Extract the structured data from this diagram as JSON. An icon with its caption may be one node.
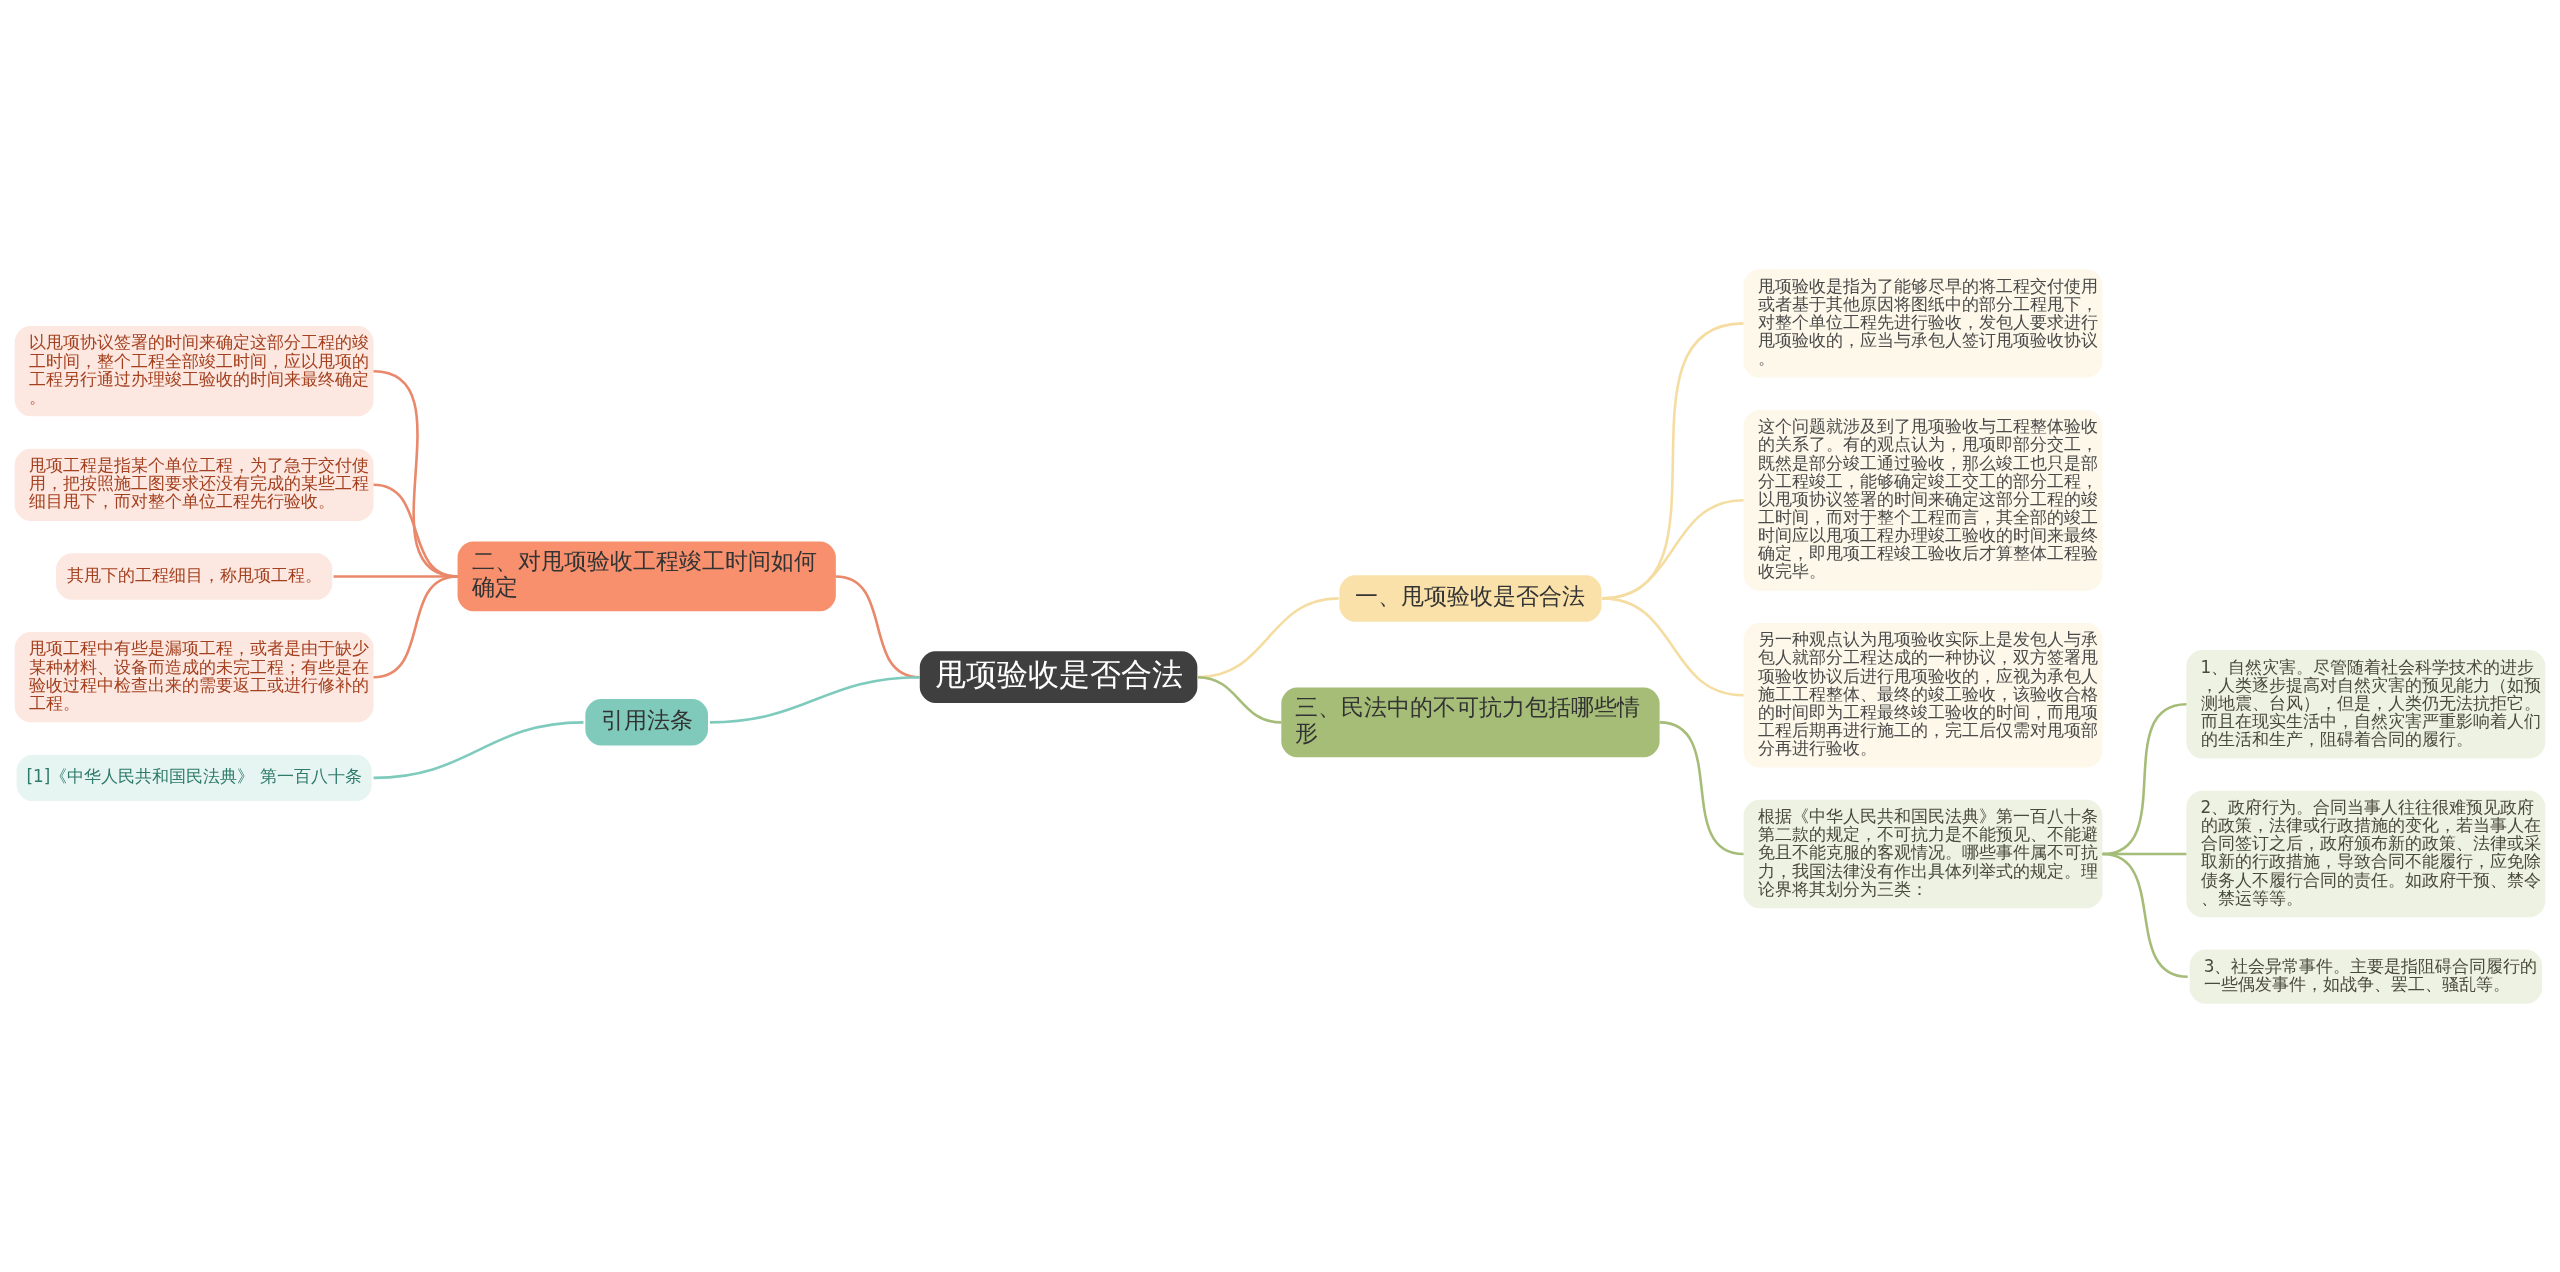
{
  "diagram": {
    "nodes": [
      {
        "text": [
          "甩项验收是否合法"
        ]
      },
      {
        "text": [
          "一、甩项验收是否合法"
        ]
      },
      {
        "text": [
          "甩项验收是指为了能够尽早的将工程交付使用或者基于其他原因将图纸中的部分工程甩下，对整个单位工程先进行验收，发包人要求进行甩项验收的，应当与承包人签订甩项验收协议。"
        ]
      },
      {
        "text": [
          "这个问题就涉及到了甩项验收与工程整体验收的关系了。有的观点认为，甩项即部分交工，既然是部分竣工通过验收，那么竣工也只是部分工程竣工，能够确定竣工交工的部分工程，以甩项协议签署的时间来确定这部分工程的竣工时间，而对于整个工程而言，其全部的竣工时间应以甩项工程办理竣工验收的时间来最终确定，即甩项工程竣工验收后才算整体工程验收完毕。"
        ]
      },
      {
        "text": [
          "另一种观点认为甩项验收实际上是发包人与承包人就部分工程达成的一种协议，双方签署甩项验收协议后进行甩项验收的，应视为承包人施工工程整体、最终的竣工验收，该验收合格的时间即为工程最终竣工验收的时间，而甩项工程后期再进行施工的，完工后仅需对甩项部分再进行验收。"
        ]
      },
      {
        "text": [
          "二、对甩项验收工程竣工时间如何确定"
        ]
      },
      {
        "text": [
          "以甩项协议签署的时间来确定这部分工程的竣工时间，整个工程全部竣工时间，应以甩项的工程另行通过办理竣工验收的时间来最终确定。"
        ]
      },
      {
        "text": [
          "甩项工程是指某个单位工程，为了急于交付使用，把按照施工图要求还没有完成的某些工程细目甩下，而对整个单位工程先行验收。"
        ]
      },
      {
        "text": [
          "其甩下的工程细目，称甩项工程。"
        ]
      },
      {
        "text": [
          "甩项工程中有些是漏项工程，或者是由于缺少某种材料、设备而造成的未完工程；有些是在验收过程中检查出来的需要返工或进行修补的工程。"
        ]
      },
      {
        "text": [
          "三、民法中的不可抗力包括哪些情形"
        ]
      },
      {
        "text": [
          "根据《中华人民共和国民法典》第一百八十条第二款的规定，不可抗力是不能预见、不能避免且不能克服的客观情况。哪些事件属不可抗力，我国法律没有作出具体列举式的规定。理论界将其划分为三类："
        ]
      },
      {
        "text": [
          "1、自然灾害。尽管随着社会科学技术的进步，人类逐步提高对自然灾害的预见能力（如预测地震、台风），但是，人类仍无法抗拒它。而且在现实生活中，自然灾害严重影响着人们的生活和生产，阻碍着合同的履行。"
        ]
      },
      {
        "text": [
          "2、政府行为。合同当事人往往很难预见政府的政策，法律或行政措施的变化，若当事人在合同签订之后，政府颁布新的政策、法律或采取新的行政措施，导致合同不能履行，应免除债务人不履行合同的责任。如政府干预、禁令、禁运等等。"
        ]
      },
      {
        "text": [
          "3、社会异常事件。主要是指阻碍合同履行的一些偶发事件，如战争、罢工、骚乱等。"
        ]
      },
      {
        "text": [
          "引用法条"
        ]
      },
      {
        "text": [
          "[1]《中华人民共和国民法典》 第一百八十条"
        ]
      }
    ],
    "edges": [
      {
        "from": 0,
        "to": 1,
        "arrow": "none",
        "color": "#f5dca0"
      },
      {
        "from": 1,
        "to": 2,
        "arrow": "none",
        "color": "#f5dca0"
      },
      {
        "from": 1,
        "to": 3,
        "arrow": "none",
        "color": "#f5dca0"
      },
      {
        "from": 1,
        "to": 4,
        "arrow": "none",
        "color": "#f5dca0"
      },
      {
        "from": 0,
        "to": 5,
        "arrow": "none",
        "color": "#e9886a"
      },
      {
        "from": 5,
        "to": 6,
        "arrow": "none",
        "color": "#e9886a"
      },
      {
        "from": 5,
        "to": 7,
        "arrow": "none",
        "color": "#e9886a"
      },
      {
        "from": 5,
        "to": 8,
        "arrow": "none",
        "color": "#e9886a"
      },
      {
        "from": 5,
        "to": 9,
        "arrow": "none",
        "color": "#e9886a"
      },
      {
        "from": 0,
        "to": 10,
        "arrow": "none",
        "color": "#a5bd78"
      },
      {
        "from": 10,
        "to": 11,
        "arrow": "none",
        "color": "#a5bd78"
      },
      {
        "from": 11,
        "to": 12,
        "arrow": "none",
        "color": "#a5bd78"
      },
      {
        "from": 11,
        "to": 13,
        "arrow": "none",
        "color": "#a5bd78"
      },
      {
        "from": 11,
        "to": 14,
        "arrow": "none",
        "color": "#a5bd78"
      },
      {
        "from": 0,
        "to": 15,
        "arrow": "none",
        "color": "#7ecbbd"
      },
      {
        "from": 15,
        "to": 16,
        "arrow": "none",
        "color": "#7ecbbd"
      }
    ]
  }
}
